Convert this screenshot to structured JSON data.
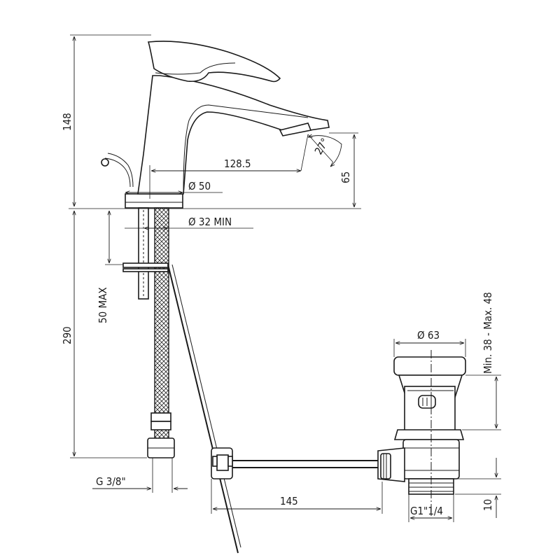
{
  "diagram": {
    "labels": {
      "height_total": "148",
      "spout_reach": "128.5",
      "base_diameter": "Ø 50",
      "hole_diameter": "Ø 32 MIN",
      "spout_height": "65",
      "spout_angle": "27°",
      "deck_thickness": "50 MAX",
      "hose_length": "290",
      "connection": "G 3/8\"",
      "rod_length": "145",
      "drain_diameter": "Ø 63",
      "drain_range": "Min. 38 - Max. 48",
      "drain_thread": "G1\"1/4",
      "drain_thread_height": "10"
    }
  }
}
